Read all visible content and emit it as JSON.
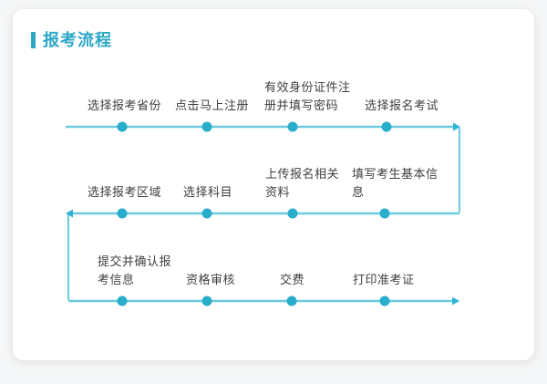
{
  "page": {
    "title": "报考流程"
  },
  "colors": {
    "accent_teal": "#2ba7c6",
    "flow_line": "#6ccade",
    "flow_connector": "#39b8d5",
    "flow_dot": "#28adcc",
    "label_text": "#3f3f3f",
    "card_bg": "#ffffff",
    "page_bg": "#f5f6f7"
  },
  "flow": {
    "rows": [
      {
        "direction": "right",
        "steps": [
          {
            "label": "选择报考省份"
          },
          {
            "label": "点击马上注册"
          },
          {
            "label": "有效身份证件注册并填写密码"
          },
          {
            "label": "选择报名考试"
          }
        ]
      },
      {
        "direction": "left",
        "steps": [
          {
            "label": "选择报考区域"
          },
          {
            "label": "选择科目"
          },
          {
            "label": "上传报名相关资料"
          },
          {
            "label": "填写考生基本信息"
          }
        ]
      },
      {
        "direction": "right",
        "steps": [
          {
            "label": "提交并确认报考信息"
          },
          {
            "label": "资格审核"
          },
          {
            "label": "交费"
          },
          {
            "label": "打印准考证"
          }
        ]
      }
    ]
  }
}
